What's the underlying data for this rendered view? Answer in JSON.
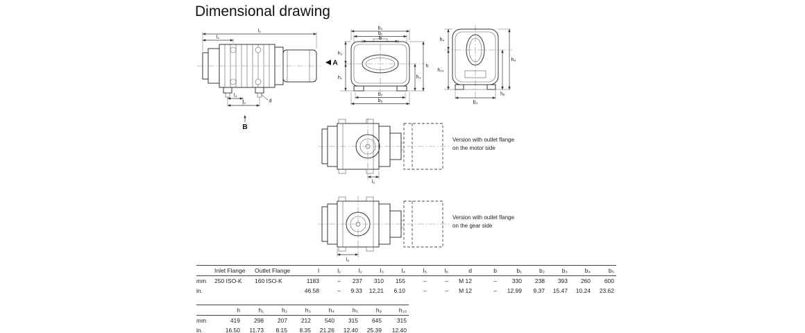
{
  "page": {
    "title": "Dimensional drawing"
  },
  "drawing": {
    "view_labels": {
      "a": "A",
      "b": "B"
    },
    "dim_labels": {
      "l1": "l₁",
      "l2": "l₂",
      "l3": "l₃",
      "l4": "l₄",
      "l5": "l₅",
      "l6": "l₆",
      "d": "d",
      "b": "b",
      "b1": "b₁",
      "b2": "b₂",
      "b3": "b₃",
      "b4": "b₄",
      "b5": "b₅",
      "h": "h",
      "h1": "h₁",
      "h2": "h₂",
      "h3": "h₃",
      "h4": "h₄",
      "h5": "h₅",
      "h9": "h₉",
      "h10": "h₁₀"
    },
    "captions": {
      "motor_side": {
        "line1": "Version with outlet flange",
        "line2": "on the motor side"
      },
      "gear_side": {
        "line1": "Version with outlet flange",
        "line2": "on the gear side"
      }
    }
  },
  "tables": {
    "main": {
      "headers": [
        "",
        "Inlet Flange",
        "Outlet Flange",
        "l",
        "l₁",
        "l₂",
        "l₃",
        "l₄",
        "l₅",
        "l₆",
        "d",
        "b",
        "b₁",
        "b₂",
        "b₃",
        "b₄",
        "b₅"
      ],
      "rows": [
        [
          "mm",
          "250 ISO-K",
          "160 ISO-K",
          "1183",
          "–",
          "237",
          "310",
          "155",
          "–",
          "–",
          "M 12",
          "–",
          "330",
          "238",
          "393",
          "260",
          "600"
        ],
        [
          "in.",
          "",
          "",
          "46.58",
          "–",
          "9.33",
          "12.21",
          "6.10",
          "–",
          "–",
          "M 12",
          "–",
          "12.99",
          "9.37",
          "15.47",
          "10.24",
          "23.62"
        ]
      ]
    },
    "heights": {
      "headers": [
        "",
        "h",
        "h₁",
        "h₂",
        "h₃",
        "h₄",
        "h₅",
        "h₉",
        "h₁₀"
      ],
      "rows": [
        [
          "mm",
          "419",
          "298",
          "207",
          "212",
          "540",
          "315",
          "645",
          "315"
        ],
        [
          "in.",
          "16.50",
          "11.73",
          "8.15",
          "8.35",
          "21.26",
          "12.40",
          "25.39",
          "12.40"
        ]
      ]
    }
  }
}
